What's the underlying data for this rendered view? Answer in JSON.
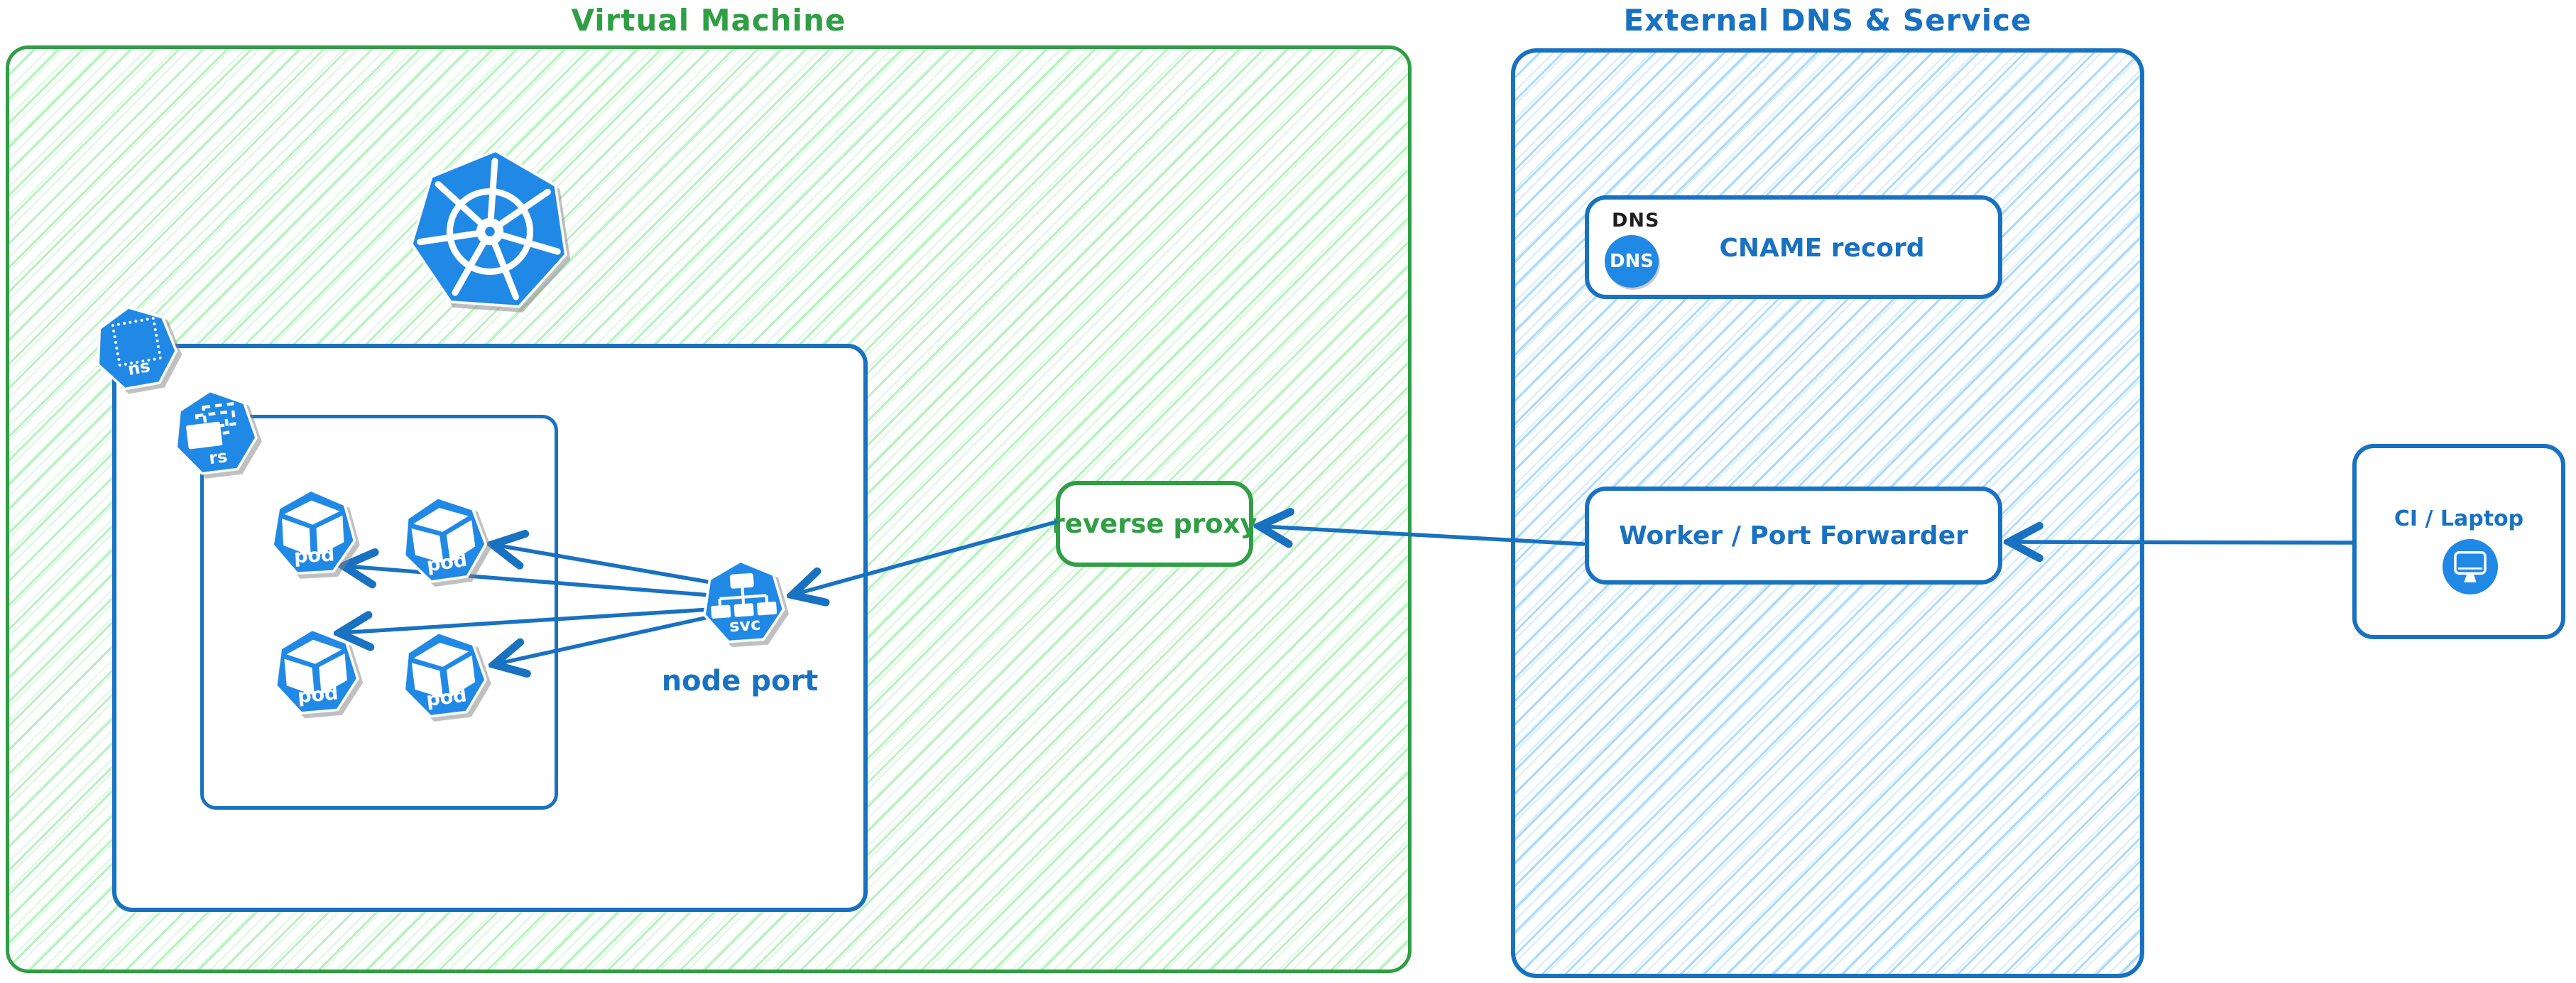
{
  "colors": {
    "green_stroke": "#2f9e44",
    "green_hatch": "#b2f2bb",
    "blue_stroke": "#1971c2",
    "blue_hatch": "#a5d8ff",
    "icon_blue": "#2088e5",
    "ink": "#1e1e1e",
    "white": "#ffffff"
  },
  "vm": {
    "title": "Virtual Machine",
    "kubernetes_icon": "kubernetes-logo",
    "namespace": {
      "label": "ns",
      "icon": "dotted-square-icon"
    },
    "replicaset": {
      "label": "rs",
      "icon": "stacked-rects-icon"
    },
    "pods": [
      {
        "label": "pod",
        "icon": "cube-icon"
      },
      {
        "label": "pod",
        "icon": "cube-icon"
      },
      {
        "label": "pod",
        "icon": "cube-icon"
      },
      {
        "label": "pod",
        "icon": "cube-icon"
      }
    ],
    "service": {
      "label": "svc",
      "icon": "tree-icon",
      "caption": "node port"
    }
  },
  "reverse_proxy": {
    "label": "reverse proxy"
  },
  "external": {
    "title": "External DNS & Service",
    "dns": {
      "tag": "DNS",
      "badge": "DNS",
      "record": "CNAME record",
      "icon": "dns-badge-icon"
    },
    "worker": {
      "label": "Worker / Port Forwarder"
    }
  },
  "client": {
    "label": "CI / Laptop",
    "icon": "monitor-icon"
  },
  "edges": [
    {
      "from": "service",
      "to": "pod-1"
    },
    {
      "from": "service",
      "to": "pod-2"
    },
    {
      "from": "service",
      "to": "pod-3"
    },
    {
      "from": "service",
      "to": "pod-4"
    },
    {
      "from": "reverse-proxy",
      "to": "service"
    },
    {
      "from": "worker-port-forwarder",
      "to": "reverse-proxy"
    },
    {
      "from": "ci-laptop",
      "to": "worker-port-forwarder"
    }
  ]
}
